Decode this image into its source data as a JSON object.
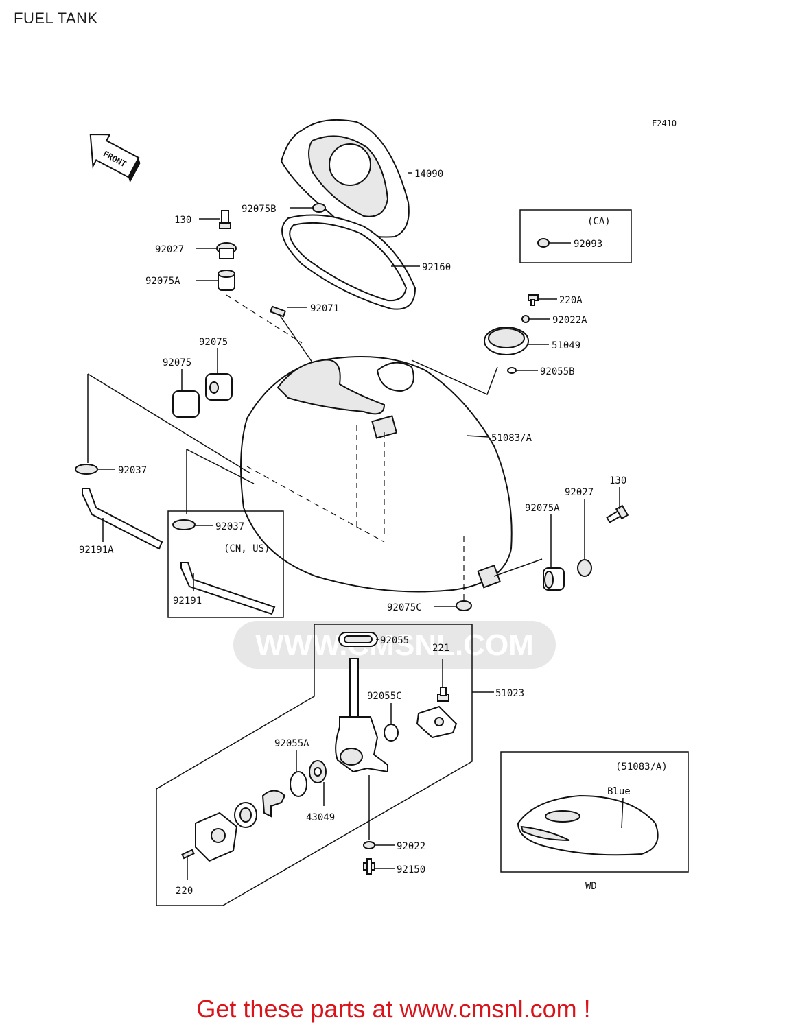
{
  "page": {
    "title": "FUEL TANK",
    "figure_code": "F2410",
    "front_arrow": "FRONT"
  },
  "labels": {
    "p14090": "14090",
    "p92075B": "92075B",
    "p130a": "130",
    "p92027a": "92027",
    "p92160": "92160",
    "p92075Aa": "92075A",
    "p92071": "92071",
    "p92075a": "92075",
    "p92075b": "92075",
    "p220A": "220A",
    "p92022A": "92022A",
    "p51049": "51049",
    "p92055B": "92055B",
    "p51083A": "51083/A",
    "p92037a": "92037",
    "p92191A": "92191A",
    "p92037b": "92037",
    "cn_us": "(CN, US)",
    "p92191": "92191",
    "p130b": "130",
    "p92027b": "92027",
    "p92075Ab": "92075A",
    "p92075C": "92075C",
    "p92055": "92055",
    "p221": "221",
    "p51023": "51023",
    "p92055C": "92055C",
    "p92055A": "92055A",
    "p43049": "43049",
    "p92022": "92022",
    "p92150": "92150",
    "p220": "220",
    "ca": "(CA)",
    "p92093": "92093",
    "inset_ref": "(51083/A)",
    "blue": "Blue",
    "wd": "WD"
  },
  "watermark": {
    "text": "WWW.CMSNL.COM"
  },
  "footer": {
    "text": "Get these parts at www.cmsnl.com !",
    "color": "#d9141b"
  }
}
